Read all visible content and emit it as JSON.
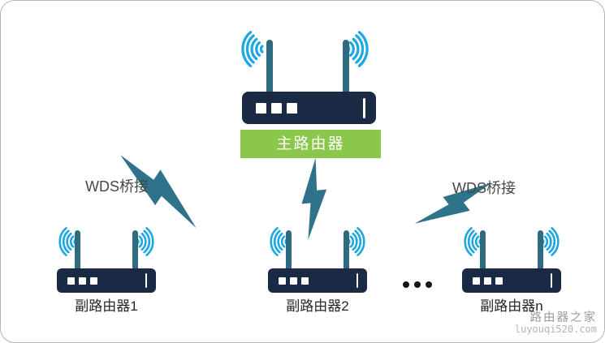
{
  "diagram": {
    "main_router": {
      "label": "主路由器"
    },
    "sub_routers": [
      {
        "label": "副路由器1"
      },
      {
        "label": "副路由器2"
      },
      {
        "label": "副路由器n"
      }
    ],
    "links": [
      {
        "label": "WDS桥接"
      },
      {
        "label": "WDS桥接"
      }
    ],
    "ellipsis_icon": "three-dots",
    "watermark": {
      "site_name": "路由器之家",
      "site_url": "luyouqi520.com"
    },
    "colors": {
      "router_body": "#1a2a44",
      "antenna": "#2e6b7e",
      "wifi": "#1ea7e0",
      "bolt": "#2e7389",
      "banner_bg": "#8bc74a",
      "banner_text": "#ffffff",
      "label_text": "#262626",
      "wds_text": "#474747",
      "ellipsis": "#15151f",
      "watermark_name": "#9c9c9c",
      "watermark_url": "#b4b4b4",
      "border": "#b5b5b5"
    }
  }
}
